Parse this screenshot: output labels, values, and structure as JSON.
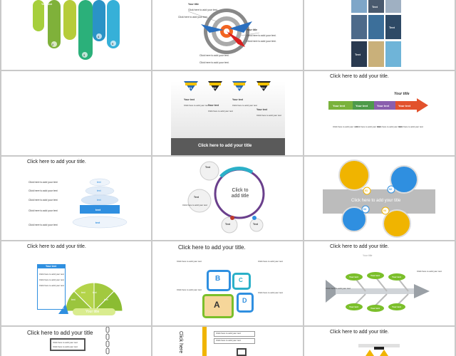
{
  "colors": {
    "background": "#c9c9c9",
    "slide": "#ffffff",
    "accent_blue": "#2f8fe0",
    "accent_green": "#7bbf2a",
    "accent_yellow": "#f0b400",
    "dark_panel": "#5a5a5a"
  },
  "slide1": {
    "bar_label": "Your text",
    "numbers": [
      "2",
      "3",
      "4",
      "5"
    ]
  },
  "slide2": {
    "labels": [
      "Your title",
      "Your title",
      "Your title",
      "Your title"
    ],
    "line": "Click here to add your text."
  },
  "slide3": {
    "tiles": [
      "Text",
      "Text",
      "Text"
    ]
  },
  "slide4": {},
  "slide5": {
    "badges": [
      "01",
      "02",
      "03",
      "04"
    ],
    "heads": [
      "Your text",
      "Your text",
      "Your text",
      "Your text"
    ],
    "body": "Click here to add your text",
    "footer": "Click here to add your title"
  },
  "slide6": {
    "title": "Click here to add your title.",
    "chart_title": "Your title",
    "phases": [
      "Your text",
      "Your text",
      "Your text",
      "Your text"
    ],
    "note": "Click here to add your text"
  },
  "slide7": {
    "title": "Click here to add your title.",
    "levels": [
      "text",
      "text",
      "text",
      "text",
      "text"
    ],
    "side": [
      "Click here to add your text",
      "Click here to add your text",
      "Click here to add your text",
      "Click here to add your text",
      "Click here to add your text"
    ]
  },
  "slide8": {
    "center": "Click to add title",
    "items": [
      "Text",
      "Text",
      "Text",
      "Text"
    ],
    "note": "Click here to add your text"
  },
  "slide9": {
    "title": "Click here to add your title",
    "nums": [
      "01",
      "02",
      "03",
      "04"
    ]
  },
  "slide10": {
    "title": "Click here to add your title.",
    "box_head": "Your text",
    "box_line": "Click here to add your text",
    "arc_label": "text",
    "base": "Your title",
    "seg": "text"
  },
  "slide11": {
    "title": "Click here to add your title.",
    "letters": [
      "B",
      "C",
      "A",
      "D"
    ],
    "note": "Click here to add your text"
  },
  "slide12": {
    "title": "Click here to add your title.",
    "head": "Your title",
    "pods": [
      "Your text",
      "Your text",
      "Your text",
      "Your text",
      "Your text",
      "Your text"
    ],
    "note": "Click here to add your text"
  },
  "slide13": {
    "title": "Click here to add your title",
    "note": "Click here to add your text"
  },
  "slide14": {
    "title": "Click here",
    "note": "Click here to add your text"
  },
  "slide15": {
    "title": "Click here to add your title."
  }
}
